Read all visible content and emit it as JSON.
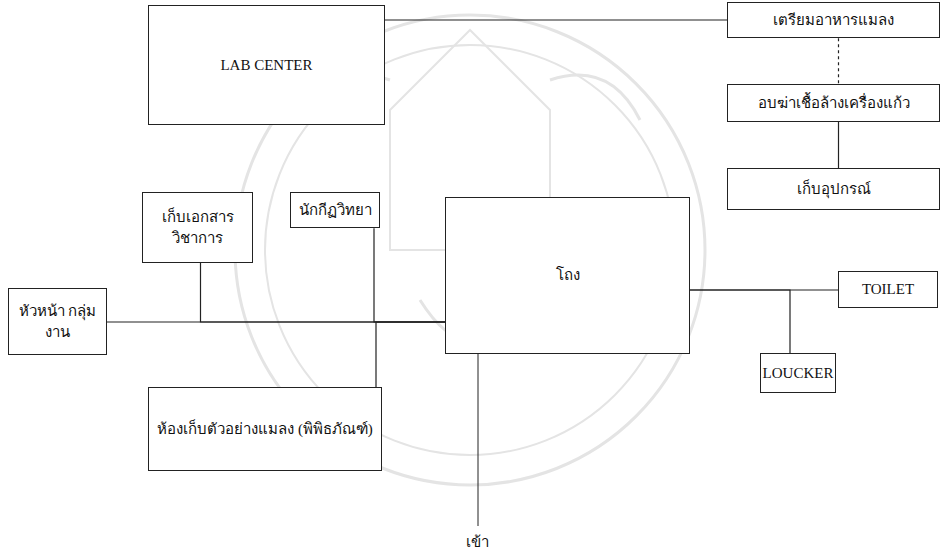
{
  "diagram": {
    "nodes": [
      {
        "text": [
          "LAB CENTER"
        ]
      },
      {
        "text": [
          "เตรียมอาหารแมลง"
        ]
      },
      {
        "text": [
          "อบฆ่าเชื้อล้างเครื่องแก้ว"
        ]
      },
      {
        "text": [
          "เก็บอุปกรณ์"
        ]
      },
      {
        "text": [
          "เก็บเอกสาร วิชาการ"
        ]
      },
      {
        "text": [
          "นักกีฏวิทยา"
        ]
      },
      {
        "text": [
          "โถง"
        ]
      },
      {
        "text": [
          "หัวหน้า กลุ่มงาน"
        ]
      },
      {
        "text": [
          "TOILET"
        ]
      },
      {
        "text": [
          "LOUCKER"
        ]
      },
      {
        "text": [
          "ห้องเก็บตัวอย่างแมลง (พิพิธภัณฑ์)"
        ]
      }
    ],
    "edges": [
      {
        "from": 0,
        "to": 1,
        "arrow": "none"
      },
      {
        "from": 1,
        "to": 2,
        "arrow": "none"
      },
      {
        "from": 2,
        "to": 3,
        "arrow": "none"
      },
      {
        "from": 7,
        "to": 6,
        "arrow": "none"
      },
      {
        "from": 4,
        "to": 6,
        "arrow": "none"
      },
      {
        "from": 5,
        "to": 6,
        "arrow": "none"
      },
      {
        "from": 10,
        "to": 6,
        "arrow": "none"
      },
      {
        "from": 6,
        "to": 8,
        "arrow": "none"
      },
      {
        "from": 6,
        "to": 9,
        "arrow": "none"
      }
    ],
    "labels": [
      "เข้า"
    ]
  }
}
